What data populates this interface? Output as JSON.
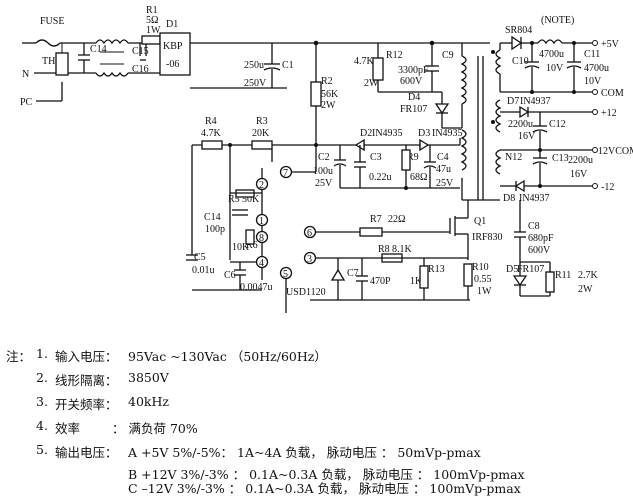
{
  "schematic": {
    "labels": {
      "fuse": "FUSE",
      "thr": "THR",
      "n": "N",
      "pc": "PC",
      "r1": "R1",
      "r1_val": "5Ω",
      "r1_w": "1W",
      "d1": "D1",
      "kbp": "KBP",
      "kbp_n": "-06",
      "c14_top": "C14",
      "c15": "C15",
      "c16": "C16",
      "c1_val": "250u",
      "c1": "C1",
      "c1_v": "250V",
      "r2": "R2",
      "r2_val": "56K",
      "r2_w": "2W",
      "r12_val": "4.7K",
      "r12": "R12",
      "r12_w": "2W",
      "c9_val": "3300pF",
      "c9_v": "600V",
      "c9": "C9",
      "d4": "D4",
      "d4_p": "FR107",
      "sr804": "SR804",
      "note": "(NOTE)",
      "c10": "C10",
      "c10_val": "4700u",
      "c10_v": "10V",
      "c11": "C11",
      "c11_val": "4700u",
      "c11_v": "10V",
      "out_5v": "+5V",
      "out_com": "COM",
      "d7": "D7",
      "d7_p": "IN4937",
      "out_12": "+12",
      "c12_val": "2200u",
      "c12": "C12",
      "c12_v": "16V",
      "n12": "N12",
      "c13": "C13",
      "c13_val": "2200u",
      "c13_v": "16V",
      "out_12com": "12VCOM",
      "d8": "D8",
      "d8_p": "IN4937",
      "out_m12": "-12",
      "r4": "R4",
      "r4_val": "4.7K",
      "r3": "R3",
      "r3_val": "20K",
      "d2": "D2",
      "d2_p": "IN4935",
      "d3": "D3",
      "d3_p": "IN4935",
      "c2": "C2",
      "c2_val": "100u",
      "c2_v": "25V",
      "c3": "C3",
      "c3_val": "0.22u",
      "r9": "R9",
      "r9_val": "68Ω",
      "c4": "C4",
      "c4_val": "47u",
      "c4_v": "25V",
      "r5": "R5",
      "r5_val": "50K",
      "c14": "C14",
      "c14_val": "100p",
      "r6": "R6",
      "r6_val": "10K",
      "c5": "C5",
      "c5_val": "0.01u",
      "c6": "C6",
      "c6_val": "0.0047u",
      "ic": "USD1120",
      "r7": "R7",
      "r7_val": "22Ω",
      "r8": "R8",
      "r8_val": "8.1K",
      "c7": "C7",
      "c7_val": "470P",
      "r13": "R13",
      "r13_val": "1K",
      "q1": "Q1",
      "q1_p": "IRF830",
      "c8": "C8",
      "c8_val": "680pF",
      "c8_v": "600V",
      "r10": "R10",
      "r10_val": "0.55",
      "r10_w": "1W",
      "d5": "D5",
      "d5_p": "FR107",
      "r11": "R11",
      "r11_val": "2.7K",
      "r11_w": "2W",
      "pin2": "2",
      "pin7": "7",
      "pin1": "1",
      "pin8": "8",
      "pin4": "4",
      "pin5": "5",
      "pin3": "3",
      "pin6": "6"
    }
  },
  "notes": {
    "title": "注：",
    "items": [
      {
        "num": "1.",
        "label": "输入电压：",
        "value": "95Vac ~130Vac （50Hz/60Hz）"
      },
      {
        "num": "2.",
        "label": "线形隔离：",
        "value": "3850V"
      },
      {
        "num": "3.",
        "label": "开关频率：",
        "value": "40kHz"
      },
      {
        "num": "4.",
        "label": "效率",
        "value": "：  满负荷 70%"
      },
      {
        "num": "5.",
        "label": "输出电压：",
        "value": "A +5V   5%/-5%：   1A~4A  负载，    脉动电压 ：  50mVp-pmax"
      }
    ],
    "sub": [
      "B +12V 3%/-3% ：   0.1A~0.3A 负载，   脉动电压 ：  100mVp-pmax",
      "C –12V 3%/-3% ：   0.1A~0.3A 负载，   脉动电压 ：  100mVp-pmax"
    ]
  }
}
